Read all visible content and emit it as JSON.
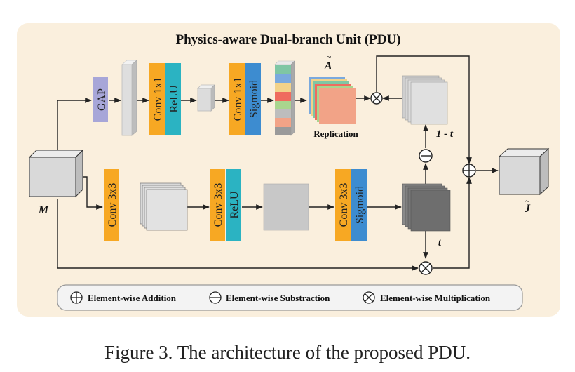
{
  "diagram": {
    "title": "Physics-aware Dual-branch Unit (PDU)",
    "input_label": "M",
    "output_label": "J",
    "a_label": "A",
    "replication_label": "Replication",
    "one_minus_t_label": "1 - t",
    "t_label": "t",
    "blocks": {
      "gap": "GAP",
      "conv1x1_a": "Conv 1x1",
      "relu_a": "ReLU",
      "conv1x1_b": "Conv 1x1",
      "sigmoid_a": "Sigmoid",
      "conv3x3_a": "Conv 3x3",
      "conv3x3_b": "Conv 3x3",
      "relu_b": "ReLU",
      "conv3x3_c": "Conv 3x3",
      "sigmoid_b": "Sigmoid"
    },
    "legend": {
      "addition": "Element-wise Addition",
      "subtraction": "Element-wise Substraction",
      "multiplication": "Element-wise Multiplication"
    },
    "colors": {
      "panel_bg": "#faefdd",
      "conv": "#f7a823",
      "relu": "#2bb3c2",
      "sigmoid": "#3d8cd0",
      "gap": "#a7a6d8",
      "replication": "#f2a387"
    }
  },
  "caption": "Figure 3. The architecture of the proposed PDU."
}
